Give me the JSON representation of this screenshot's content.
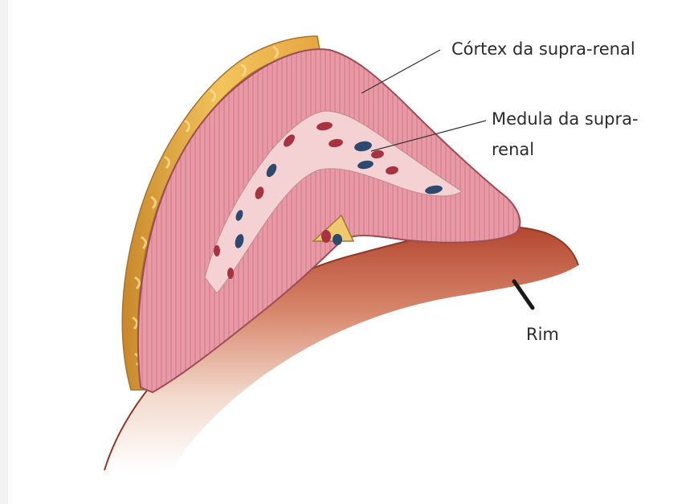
{
  "labels": {
    "cortex": "Córtex da supra-renal",
    "medula_line1": "Medula da supra-",
    "medula_line2": "renal",
    "rim": "Rim"
  },
  "colors": {
    "kidney": "#c2573d",
    "kidney_shadow": "#9f3c27",
    "capsule_fat": "#e8b04a",
    "cortex": "#e79aa5",
    "medulla": "#f4d2d4",
    "vessel_red": "#a8323f",
    "vessel_blue": "#2d4a6e"
  }
}
